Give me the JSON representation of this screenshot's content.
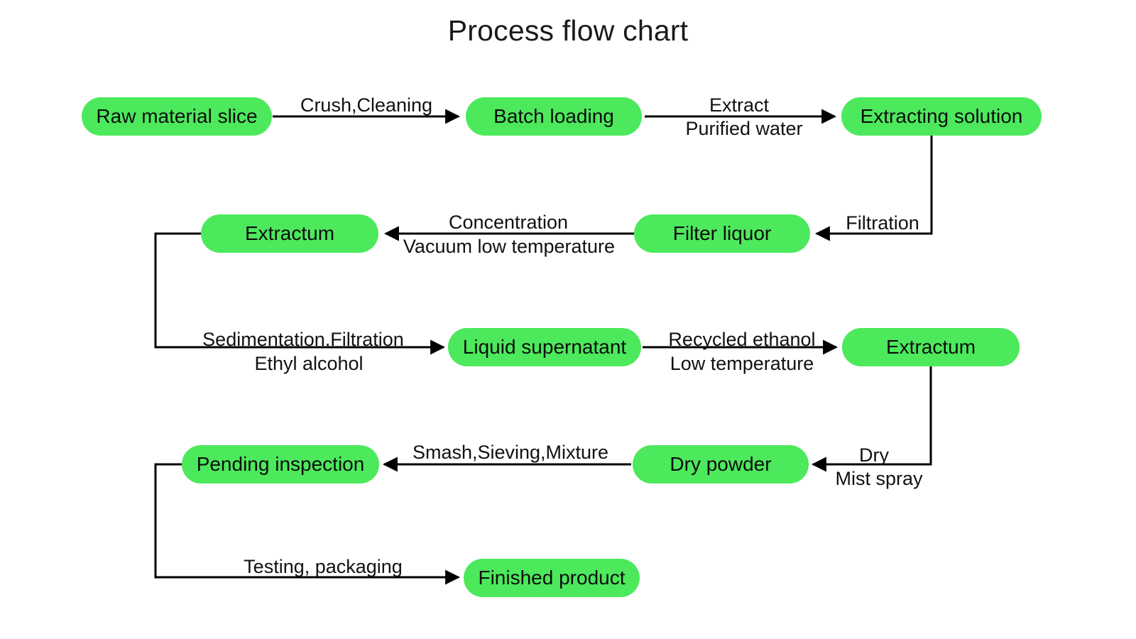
{
  "title": "Process flow chart",
  "theme": {
    "node_fill": "#4CE95C",
    "node_text": "#0d0d0d",
    "line_color": "#000000",
    "background": "#ffffff"
  },
  "nodes": [
    {
      "id": "raw-material-slice",
      "label": "Raw material slice"
    },
    {
      "id": "batch-loading",
      "label": "Batch loading"
    },
    {
      "id": "extracting-solution",
      "label": "Extracting solution"
    },
    {
      "id": "filter-liquor",
      "label": "Filter liquor"
    },
    {
      "id": "extractum-1",
      "label": "Extractum"
    },
    {
      "id": "liquid-supernatant",
      "label": "Liquid supernatant"
    },
    {
      "id": "extractum-2",
      "label": "Extractum"
    },
    {
      "id": "dry-powder",
      "label": "Dry powder"
    },
    {
      "id": "pending-inspection",
      "label": "Pending inspection"
    },
    {
      "id": "finished-product",
      "label": "Finished product"
    }
  ],
  "edges": [
    {
      "id": "edge-crush-cleaning",
      "from": "raw-material-slice",
      "to": "batch-loading",
      "above": "Crush,Cleaning",
      "below": ""
    },
    {
      "id": "edge-extract",
      "from": "batch-loading",
      "to": "extracting-solution",
      "above": "Extract",
      "below": "Purified water"
    },
    {
      "id": "edge-filtration",
      "from": "extracting-solution",
      "to": "filter-liquor",
      "above": "Filtration",
      "below": ""
    },
    {
      "id": "edge-concentration",
      "from": "filter-liquor",
      "to": "extractum-1",
      "above": "Concentration",
      "below": "Vacuum low temperature"
    },
    {
      "id": "edge-sedimentation",
      "from": "extractum-1",
      "to": "liquid-supernatant",
      "above": "Sedimentation,Filtration",
      "below": "Ethyl alcohol"
    },
    {
      "id": "edge-recycled-ethanol",
      "from": "liquid-supernatant",
      "to": "extractum-2",
      "above": "Recycled ethanol",
      "below": "Low temperature"
    },
    {
      "id": "edge-dry",
      "from": "extractum-2",
      "to": "dry-powder",
      "above": "Dry",
      "below": "Mist spray"
    },
    {
      "id": "edge-smash",
      "from": "dry-powder",
      "to": "pending-inspection",
      "above": "Smash,Sieving,Mixture",
      "below": ""
    },
    {
      "id": "edge-testing",
      "from": "pending-inspection",
      "to": "finished-product",
      "above": "Testing, packaging",
      "below": ""
    }
  ],
  "chart_data": {
    "type": "diagram",
    "title": "Process flow chart",
    "steps": [
      "Raw material slice",
      "Batch loading",
      "Extracting solution",
      "Filter liquor",
      "Extractum",
      "Liquid supernatant",
      "Extractum",
      "Dry powder",
      "Pending inspection",
      "Finished product"
    ],
    "transitions": [
      "Crush,Cleaning",
      "Extract / Purified water",
      "Filtration",
      "Concentration / Vacuum low temperature",
      "Sedimentation,Filtration / Ethyl alcohol",
      "Recycled ethanol / Low temperature",
      "Dry / Mist spray",
      "Smash,Sieving,Mixture",
      "Testing, packaging"
    ]
  }
}
